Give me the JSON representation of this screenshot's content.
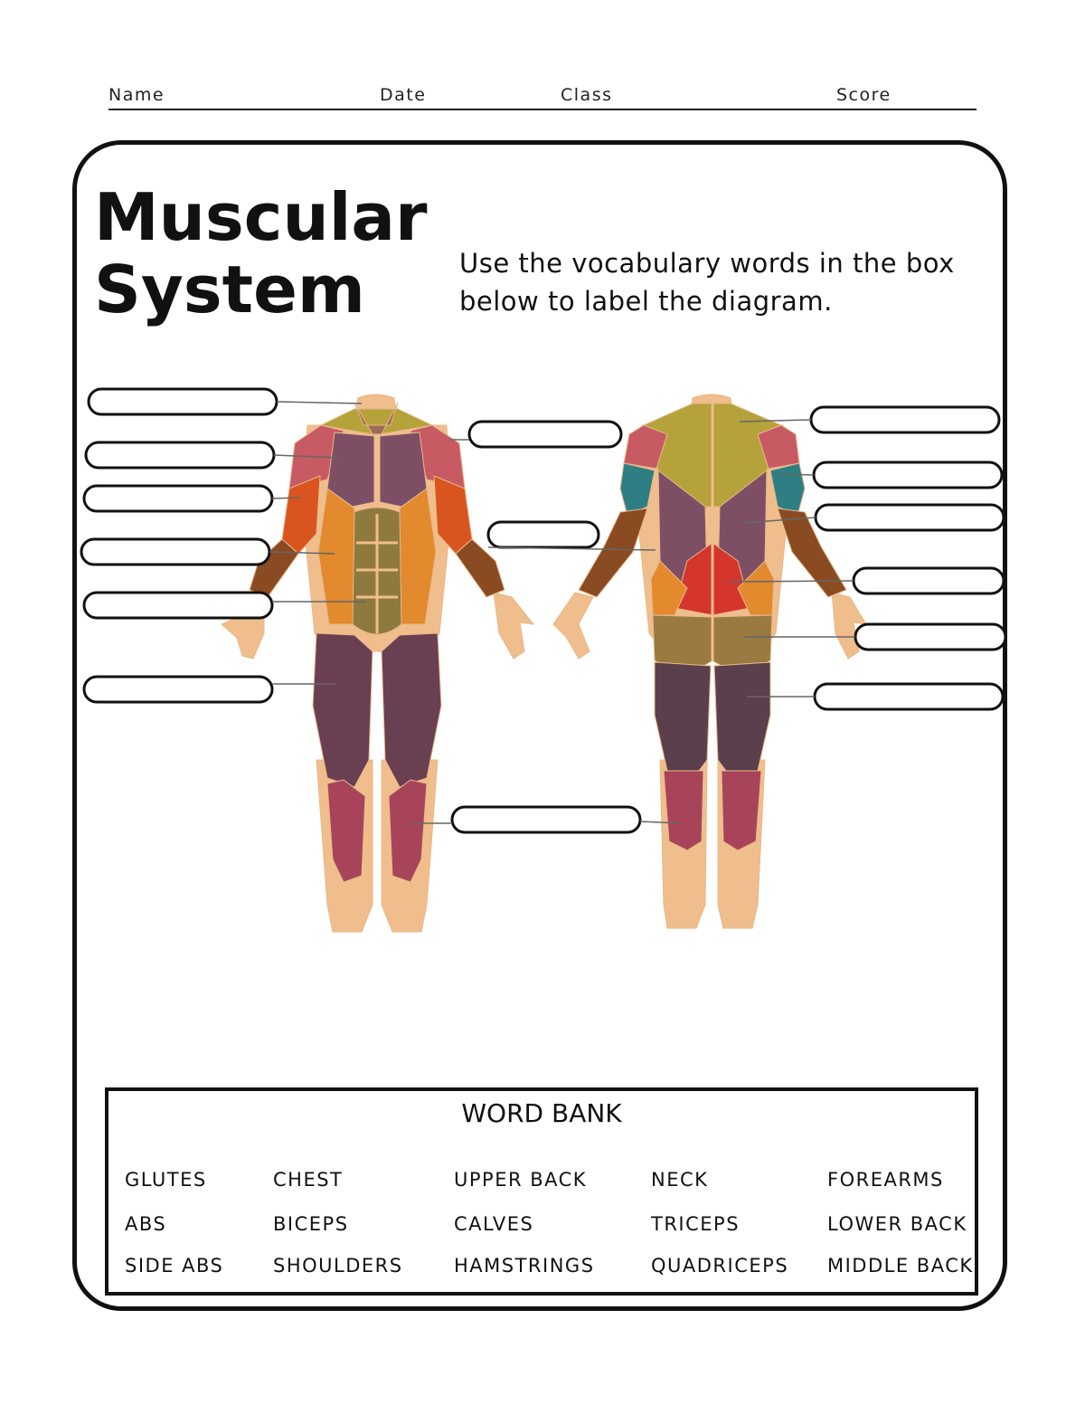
{
  "header": {
    "name_label": "Name",
    "date_label": "Date",
    "class_label": "Class",
    "score_label": "Score"
  },
  "title": {
    "line1": "Muscular",
    "line2": "System"
  },
  "instructions": {
    "text": "Use the vocabulary words in the box below to label the diagram."
  },
  "word_bank": {
    "title": "WORD BANK",
    "columns": [
      [
        "GLUTES",
        "ABS",
        "SIDE ABS"
      ],
      [
        "CHEST",
        "BICEPS",
        "SHOULDERS"
      ],
      [
        "UPPER BACK",
        "CALVES",
        "HAMSTRINGS"
      ],
      [
        "NECK",
        "TRICEPS",
        "QUADRICEPS"
      ],
      [
        "FOREARMS",
        "LOWER BACK",
        "MIDDLE BACK"
      ]
    ]
  },
  "colors": {
    "skin": "#F0BE8C",
    "shoulder": "#C85A64",
    "chest": "#7E4F64",
    "neck": "#A06B55",
    "trap": "#B5A23A",
    "biceps": "#D9541E",
    "forearm": "#8A4A22",
    "side_abs": "#E3892E",
    "abs": "#8E7A3E",
    "quads": "#6A3F52",
    "calves": "#A8445A",
    "triceps": "#2E7F84",
    "lower_back": "#D4362D",
    "glutes": "#9A7A40",
    "hamstrings": "#5B3F4C"
  }
}
